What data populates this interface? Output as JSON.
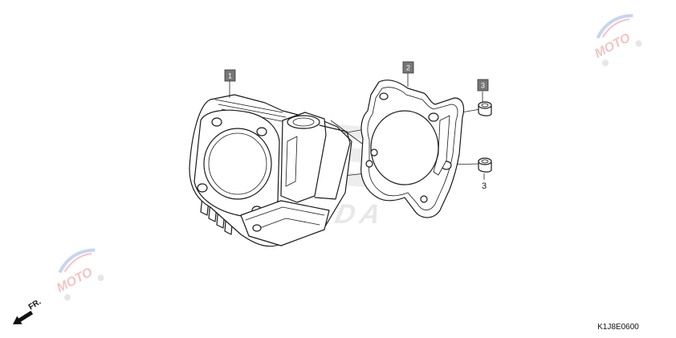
{
  "diagram": {
    "callouts": [
      {
        "id": "1",
        "label": "1"
      },
      {
        "id": "2",
        "label": "2"
      },
      {
        "id": "3a",
        "label": "3"
      },
      {
        "id": "3b",
        "label": "3"
      }
    ],
    "diagram_code": "K1J8E0600",
    "direction_label": "FR.",
    "background_watermark_text": "HONDA",
    "moto_watermark_text": "MOTO",
    "colors": {
      "line": "#1a1a1a",
      "callout_box": "#777777",
      "watermark_blue": "#c8d4f0",
      "watermark_red": "#f2c4c4",
      "watermark_gray": "#e6e6e6"
    }
  }
}
